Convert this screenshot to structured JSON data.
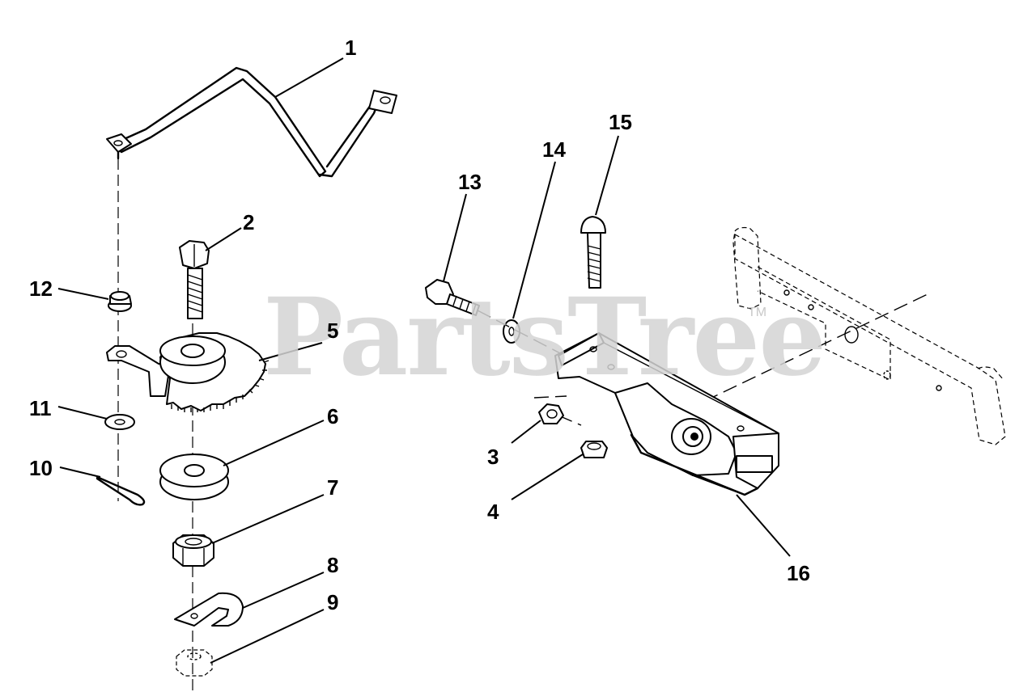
{
  "watermark": {
    "text": "PartsTree",
    "trademark": "TM"
  },
  "parts": [
    {
      "id": "1",
      "label": "1",
      "name": "shift-rod"
    },
    {
      "id": "2",
      "label": "2",
      "name": "hex-bolt"
    },
    {
      "id": "3",
      "label": "3",
      "name": "hex-nut"
    },
    {
      "id": "4",
      "label": "4",
      "name": "lock-nut"
    },
    {
      "id": "5",
      "label": "5",
      "name": "shift-arm-gear"
    },
    {
      "id": "6",
      "label": "6",
      "name": "friction-washer"
    },
    {
      "id": "7",
      "label": "7",
      "name": "hex-nut-large"
    },
    {
      "id": "8",
      "label": "8",
      "name": "spring-clip"
    },
    {
      "id": "9",
      "label": "9",
      "name": "nut-bottom"
    },
    {
      "id": "10",
      "label": "10",
      "name": "cotter-pin"
    },
    {
      "id": "11",
      "label": "11",
      "name": "flat-washer"
    },
    {
      "id": "12",
      "label": "12",
      "name": "flange-nut"
    },
    {
      "id": "13",
      "label": "13",
      "name": "shoulder-bolt"
    },
    {
      "id": "14",
      "label": "14",
      "name": "washer"
    },
    {
      "id": "15",
      "label": "15",
      "name": "carriage-bolt"
    },
    {
      "id": "16",
      "label": "16",
      "name": "shift-bracket"
    }
  ],
  "colors": {
    "line": "#000000",
    "watermark": "#d4d4d4",
    "background": "#ffffff"
  }
}
